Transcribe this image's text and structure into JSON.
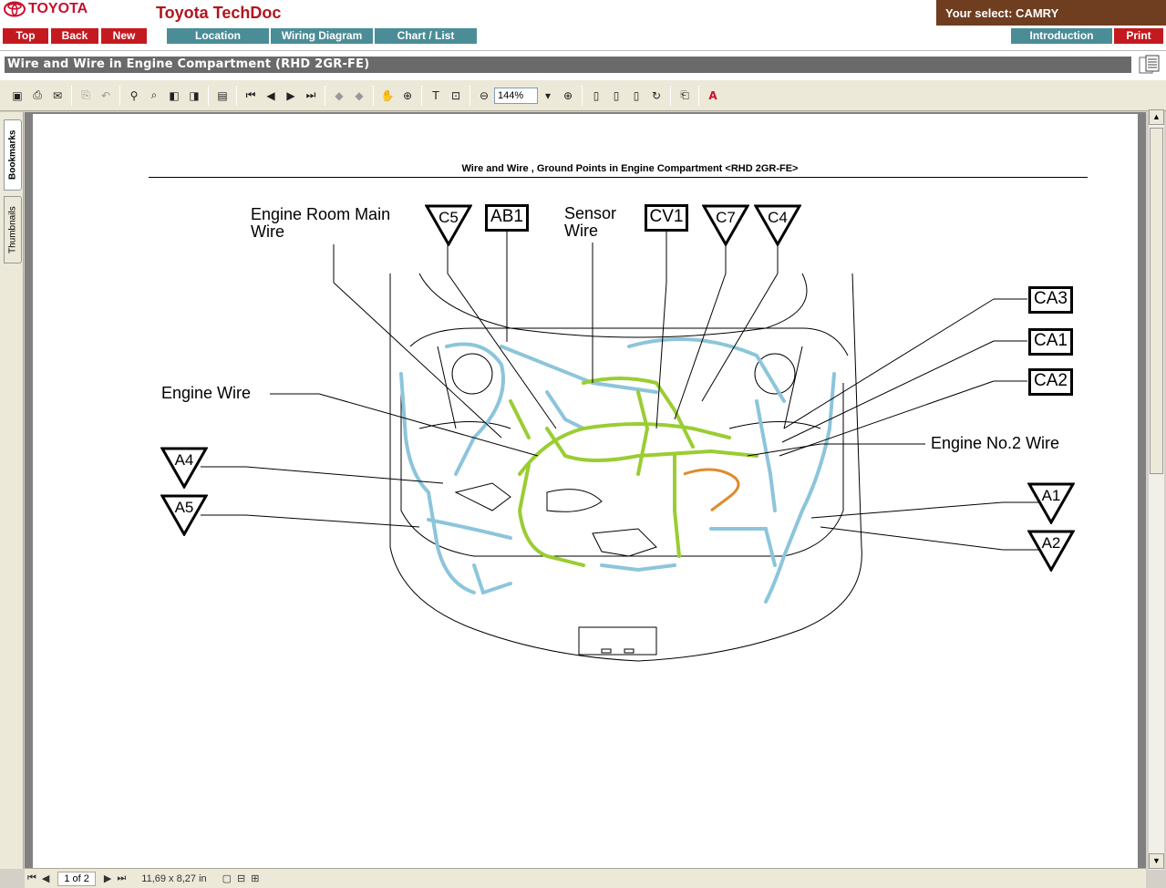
{
  "header": {
    "logo_text": "TOYOTA",
    "app_title": "Toyota TechDoc",
    "selection": "Your select: CAMRY",
    "nav_left": [
      "Top",
      "Back",
      "New"
    ],
    "nav_mid": [
      "Location",
      "Wiring Diagram",
      "Chart / List"
    ],
    "nav_right": [
      "Introduction",
      "Print"
    ]
  },
  "document": {
    "title": "Wire and Wire in Engine Compartment (RHD 2GR-FE)",
    "page_heading": "Wire and Wire , Ground Points in Engine Compartment <RHD 2GR-FE>"
  },
  "toolbar": {
    "zoom": "144%"
  },
  "side_tabs": [
    "Bookmarks",
    "Thumbnails"
  ],
  "status_bar": {
    "page": "1 of 2",
    "page_size": "11,69 x 8,27 in"
  },
  "diagram": {
    "labels": {
      "engine_room_main": "Engine Room Main\nWire",
      "sensor": "Sensor\nWire",
      "engine_wire": "Engine Wire",
      "engine_no2": "Engine No.2 Wire"
    },
    "boxes": [
      "AB1",
      "CV1",
      "CA3",
      "CA1",
      "CA2"
    ],
    "triangles": [
      "C5",
      "C7",
      "C4",
      "A4",
      "A5",
      "A1",
      "A2"
    ]
  },
  "colors": {
    "nav_red": "#c41a1f",
    "nav_teal": "#4a8d97",
    "selection_bg": "#6f3d20",
    "title_red": "#b0161e",
    "wire_blue": "#8cc5db",
    "wire_green": "#9acd32",
    "wire_orange": "#e08a2c"
  }
}
